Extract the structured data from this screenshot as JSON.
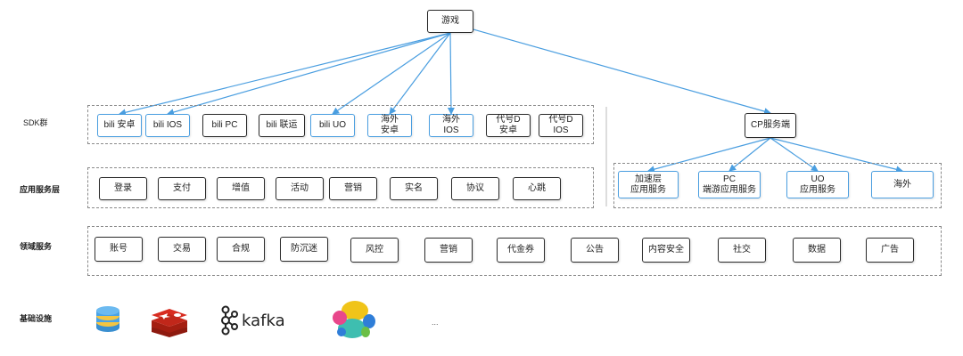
{
  "layers": {
    "sdk": "SDK群",
    "app": "应用服务层",
    "domain": "领域服务",
    "infra": "基础设施"
  },
  "root": "游戏",
  "cp_node": "CP服务端",
  "sdk_nodes": [
    {
      "id": "bili-android",
      "label": "bili 安卓",
      "style": "blue"
    },
    {
      "id": "bili-ios",
      "label": "bili IOS",
      "style": "blue"
    },
    {
      "id": "bili-pc",
      "label": "bili PC",
      "style": "dark"
    },
    {
      "id": "bili-joint",
      "label": "bili 联运",
      "style": "dark"
    },
    {
      "id": "bili-uo",
      "label": "bili UO",
      "style": "blue"
    },
    {
      "id": "overseas-android",
      "label": "海外\n安卓",
      "style": "blue"
    },
    {
      "id": "overseas-ios",
      "label": "海外\nIOS",
      "style": "blue"
    },
    {
      "id": "agent-d-android",
      "label": "代号D\n安卓",
      "style": "dark"
    },
    {
      "id": "agent-d-ios",
      "label": "代号D\nIOS",
      "style": "dark"
    }
  ],
  "app_nodes": [
    "登录",
    "支付",
    "增值",
    "活动",
    "营销",
    "实名",
    "协议",
    "心跳"
  ],
  "cp_app_nodes": [
    {
      "id": "accel",
      "label": "加速层\n应用服务"
    },
    {
      "id": "pc-cloud",
      "label": "PC\n端游应用服务"
    },
    {
      "id": "uo-app",
      "label": "UO\n应用服务"
    },
    {
      "id": "overseas",
      "label": "海外"
    }
  ],
  "domain_nodes": [
    "账号",
    "交易",
    "合规",
    "防沉迷",
    "风控",
    "营销",
    "代金券",
    "公告",
    "内容安全",
    "社交",
    "数据",
    "广告"
  ],
  "infra": {
    "logos": [
      "database-icon",
      "redis-icon",
      "kafka-logo",
      "elasticsearch-icon"
    ],
    "kafka_text": "kafka",
    "more": "..."
  },
  "colors": {
    "edge": "#4a9ee0",
    "node_border": "#2b2b2b",
    "group_border": "#8a8a8a"
  },
  "edges": {
    "root_to_sdk": [
      "bili-android",
      "bili-ios",
      "bili-uo",
      "overseas-android",
      "overseas-ios"
    ],
    "root_to_cp": true,
    "cp_to_app": [
      "accel",
      "pc-cloud",
      "uo-app",
      "overseas"
    ]
  }
}
